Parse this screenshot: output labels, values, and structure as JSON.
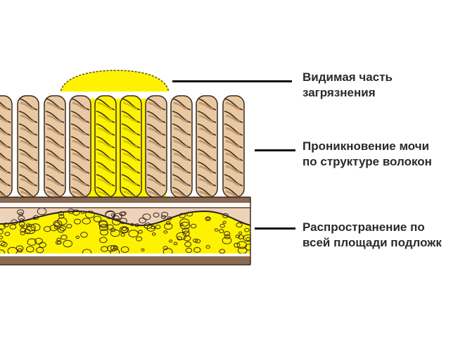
{
  "colors": {
    "fiber": "#e8c9a2",
    "fiber_shadow": "#b98f68",
    "fiber_outline": "#3a2a1e",
    "stain": "#fff200",
    "stain_outline": "#5a5000",
    "backing_stripe": "#8a6a50",
    "backing_fill": "#efd2ba",
    "leader": "#111111"
  },
  "labels": [
    {
      "name": "visible-stain",
      "lines": [
        "Видимая часть",
        "загрязнения"
      ]
    },
    {
      "name": "penetration",
      "lines": [
        "Проникновение мочи",
        "по структуре волокон"
      ]
    },
    {
      "name": "spread",
      "lines": [
        "Распространение по",
        "всей площади подложк"
      ]
    }
  ]
}
